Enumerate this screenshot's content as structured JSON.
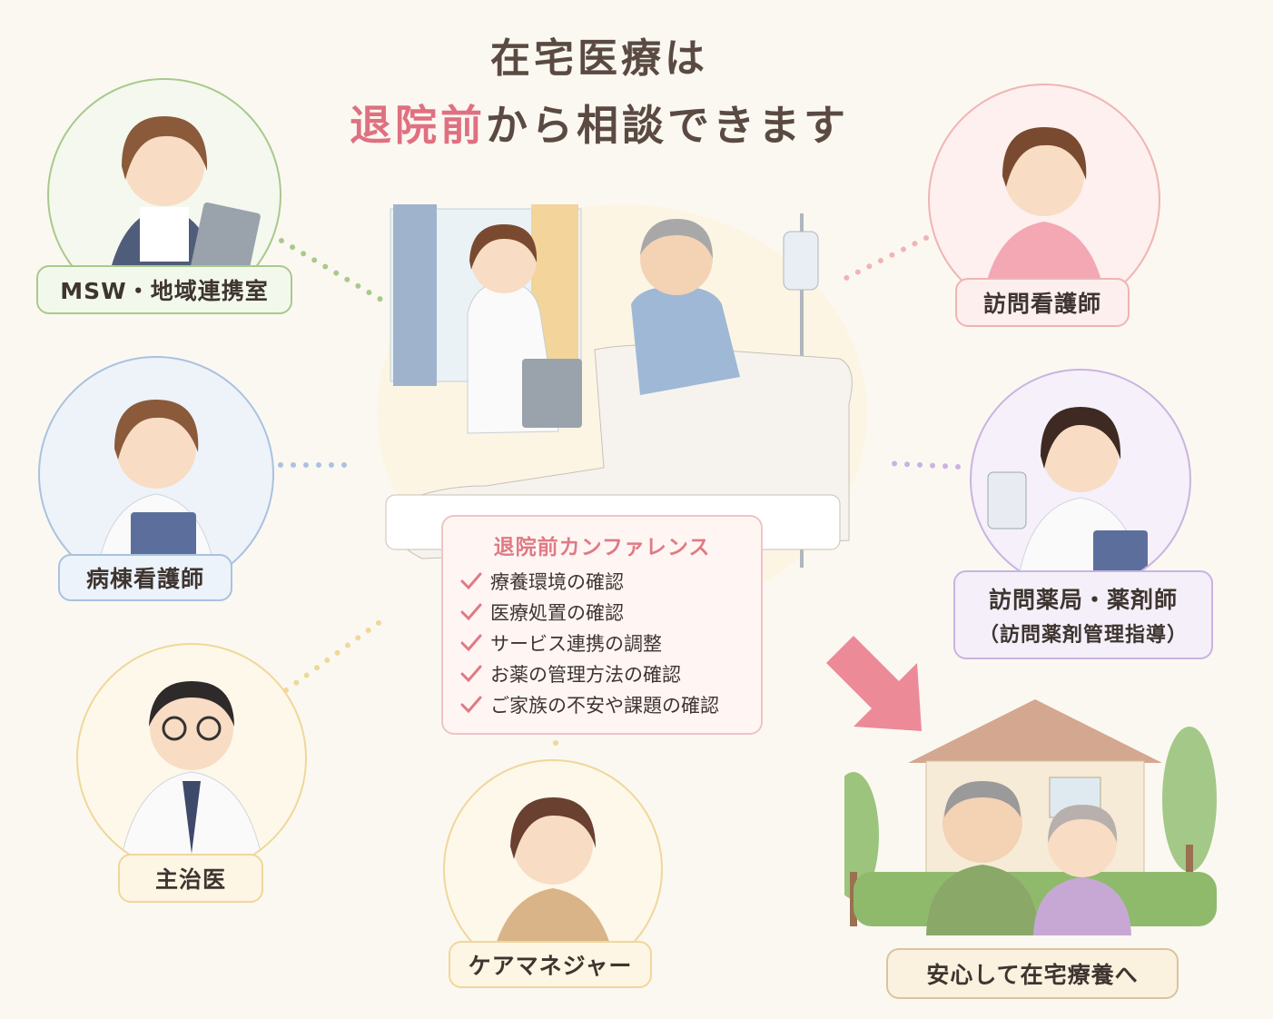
{
  "title": {
    "line1": "在宅医療は",
    "line2_emphasis": "退院前",
    "line2_rest": "から相談できます"
  },
  "roles": {
    "msw": "MSW・地域連携室",
    "ward_nurse": "病棟看護師",
    "attending_doctor": "主治医",
    "care_manager": "ケアマネジャー",
    "visiting_nurse": "訪問看護師",
    "pharmacy": "訪問薬局・薬剤師",
    "pharmacy_sub": "（訪問薬剤管理指導）"
  },
  "conference": {
    "title": "退院前カンファレンス",
    "items": [
      "療養環境の確認",
      "医療処置の確認",
      "サービス連携の調整",
      "お薬の管理方法の確認",
      "ご家族の不安や課題の確認"
    ]
  },
  "result": "安心して在宅療養へ",
  "colors": {
    "accent": "#e07080",
    "msw": "#a9c98c",
    "ward": "#a9c2e0",
    "doctor": "#f0d79a",
    "caremanager": "#f0d79a",
    "visiting_nurse": "#f0b4b4",
    "pharmacy": "#c9b4e0",
    "home": "#d9c4a0"
  },
  "icons": {
    "check": "check-icon",
    "arrow": "arrow-down-right-icon"
  }
}
